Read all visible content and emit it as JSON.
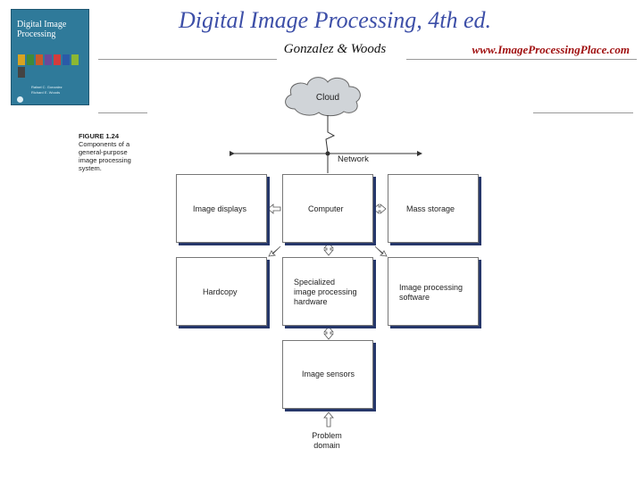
{
  "header": {
    "title": "Digital Image Processing, 4th ed.",
    "authors": "Gonzalez & Woods",
    "website": "www.ImageProcessingPlace.com"
  },
  "book_cover": {
    "title_line1": "Digital Image",
    "title_line2": "Processing",
    "tile_colors": [
      "#d9a321",
      "#3f8a3a",
      "#c85a2a",
      "#6a4a9a",
      "#d33c3c",
      "#2a5aa8",
      "#8cb832",
      "#444444"
    ],
    "accent_color": "#f2c84b",
    "cover_color": "#2f7a9a"
  },
  "caption": {
    "figure_label": "FIGURE 1.24",
    "text": "Components of a general-purpose image processing system."
  },
  "diagram": {
    "cloud_label": "Cloud",
    "network_label": "Network",
    "nodes": {
      "image_displays": "Image displays",
      "computer": "Computer",
      "mass_storage": "Mass storage",
      "hardcopy": "Hardcopy",
      "specialized_hardware": "Specialized\nimage processing\nhardware",
      "image_processing_software": "Image processing\nsoftware",
      "image_sensors": "Image sensors"
    },
    "problem_domain": "Problem\ndomain",
    "box_shadow_color": "#26376a"
  }
}
